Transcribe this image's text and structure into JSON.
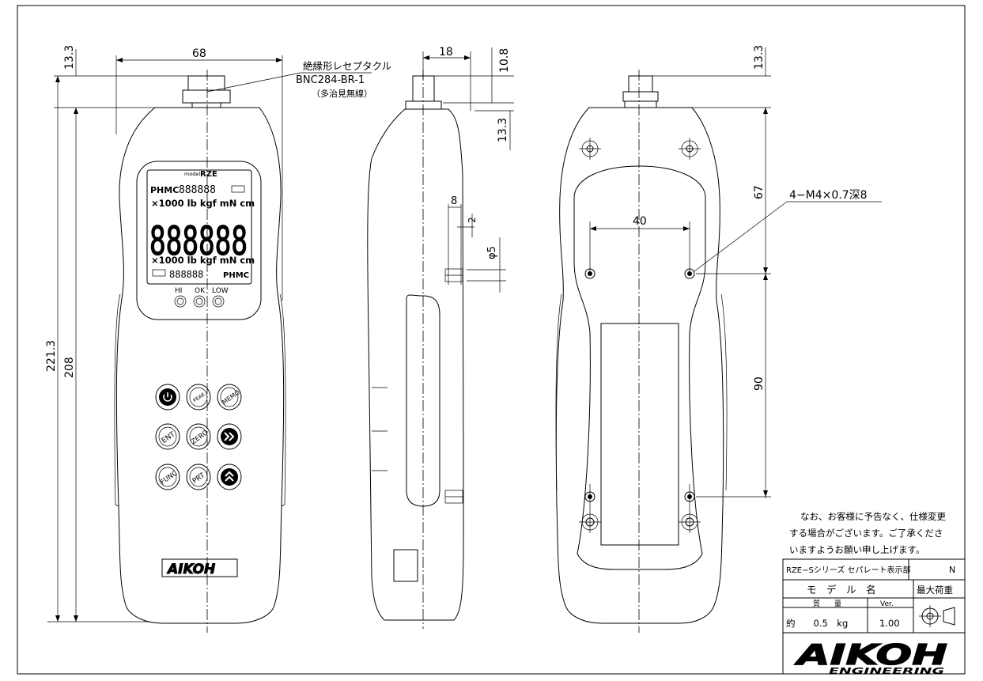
{
  "front_view": {
    "dims": {
      "width": "68",
      "top_offset": "13.3",
      "total_height": "221.3",
      "body_height": "208"
    },
    "connector_label": {
      "line1": "絶縁形レセプタクル",
      "line2": "BNC284-BR-1",
      "line3": "（多治見無線）"
    },
    "display": {
      "model_prefix": "model",
      "model_name": "RZE",
      "top_segment": "PHMC",
      "top_digits": "888888",
      "units_row_upper": "×1000 lb kgf mN cm",
      "main_digits": "888888",
      "units_row_lower": "×1000 lb kgf mN cm",
      "bottom_segment": "PHMC",
      "bottom_digits": "888888"
    },
    "leds": [
      "HI",
      "OK",
      "LOW"
    ],
    "buttons": {
      "power": "power-icon",
      "peak": "PEAK",
      "memo": "MEMO",
      "ent": "ENT",
      "zero": "ZERO",
      "right": "double-chevron-right-icon",
      "func": "FUNC",
      "prt": "PRT",
      "up": "double-chevron-up-icon"
    },
    "brand_badge": "AIKOH"
  },
  "side_view": {
    "dims": {
      "width": "18",
      "connector_height": "10.8",
      "offset": "13.3",
      "hole_pitch": "8",
      "hole_gap": "2",
      "hole_diameter": "φ5"
    }
  },
  "rear_view": {
    "dims": {
      "top_offset": "13.3",
      "upper_pitch": "67",
      "hole_spacing": "40",
      "lower_pitch": "90"
    },
    "thread_label": "4−M4×0.7深8"
  },
  "notice": {
    "line1": "なお、お客様に予告なく、仕様変更",
    "line2": "する場合がございます。ご了承くださ",
    "line3": "いますようお願い申し上げます。"
  },
  "title_block": {
    "series": "RZE−Sシリーズ セパレート表示部",
    "code": "N",
    "model_header": "モ　デ　ル　名",
    "max_load_header": "最大荷重",
    "mass_header": "質　　量",
    "ver_header": "Ver.",
    "mass_value": "約　　0.5　kg",
    "ver_value": "1.00",
    "projection": "third-angle-projection-icon",
    "company": "AIKOH",
    "company_sub": "ENGINEERING"
  }
}
